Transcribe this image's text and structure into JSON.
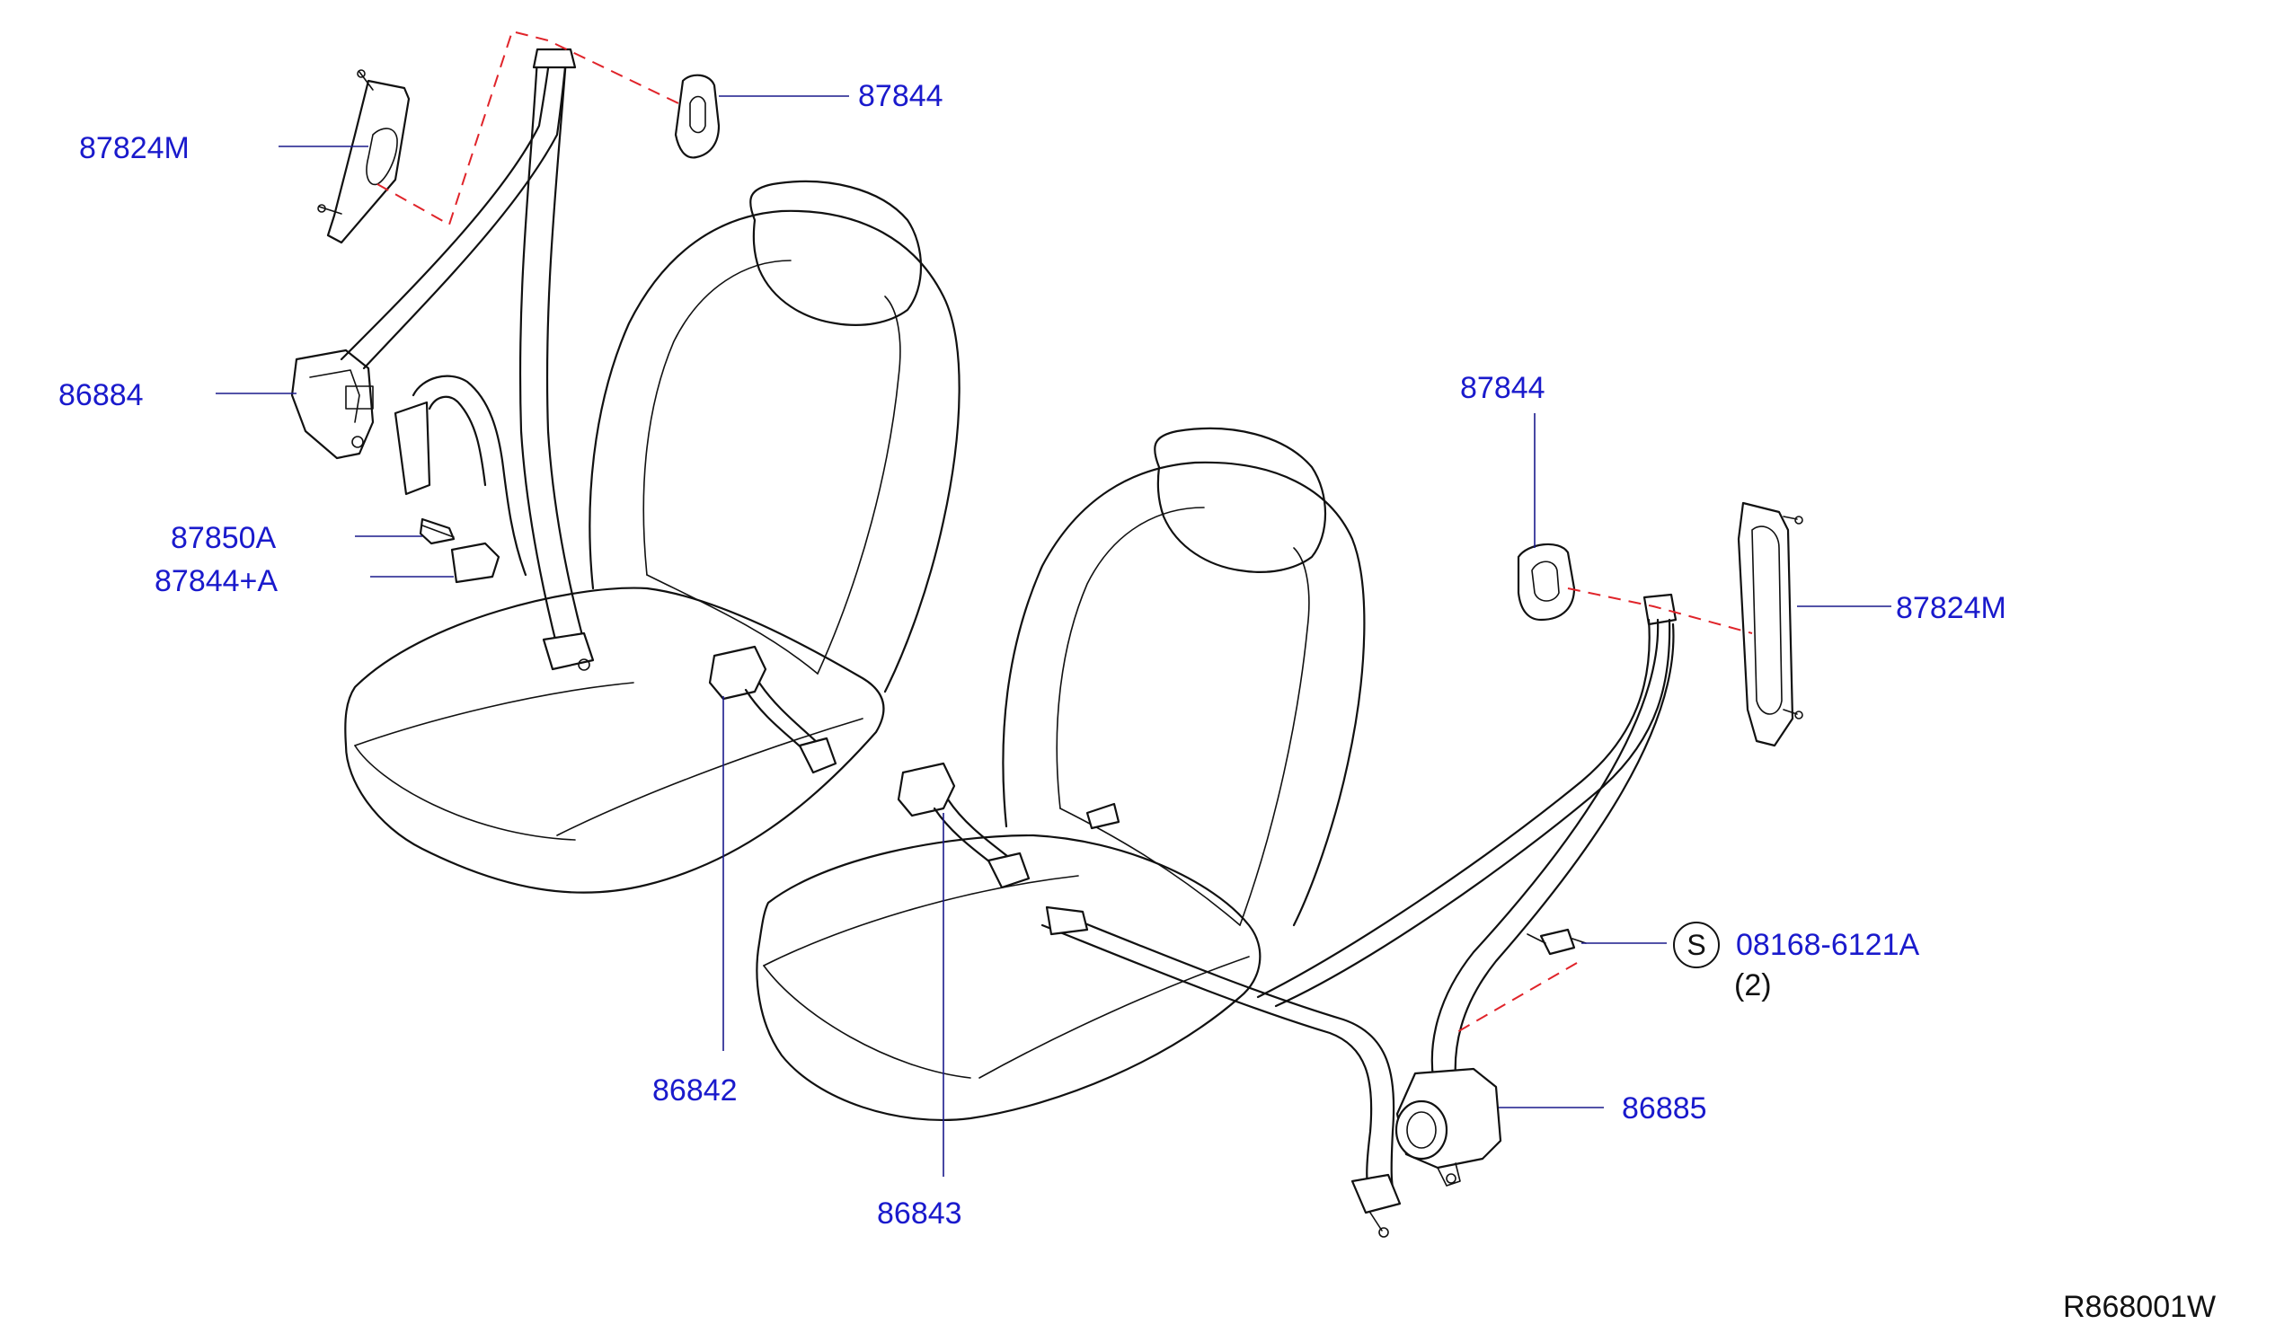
{
  "labels": {
    "upper_anchor_left": "87824M",
    "cover_top_left": "87844",
    "retractor_left": "86884",
    "bolt_left": "87850A",
    "cover_left": "87844+A",
    "cover_right": "87844",
    "upper_anchor_right": "87824M",
    "bolt_symbol": "S",
    "bolt_part": "08168-6121A",
    "bolt_qty": "(2)",
    "buckle_left": "86842",
    "retractor_right": "86885",
    "buckle_right": "86843"
  },
  "diagram_code": "R868001W"
}
